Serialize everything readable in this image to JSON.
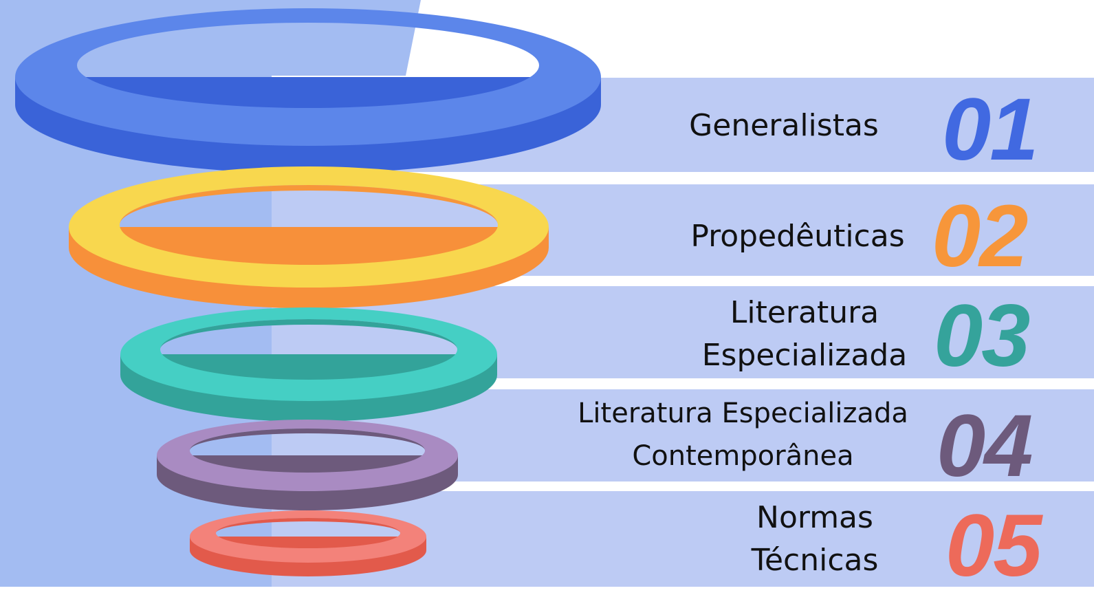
{
  "colors": {
    "background_left": "#a3bcf2",
    "band": "#bdcbf4",
    "ring1": "#4069e0",
    "ring2": "#f9973a",
    "ring3": "#3bb9b0",
    "ring4": "#8d6f9d",
    "ring5": "#f17063"
  },
  "levels": [
    {
      "number": "01",
      "label_lines": [
        "Generalistas"
      ],
      "color": "#4169e1"
    },
    {
      "number": "02",
      "label_lines": [
        "Propedêuticas"
      ],
      "color": "#f7963a"
    },
    {
      "number": "03",
      "label_lines": [
        "Literatura",
        "Especializada"
      ],
      "color": "#35a39b"
    },
    {
      "number": "04",
      "label_lines": [
        "Literatura Especializada",
        "Contemporânea"
      ],
      "color": "#6d5a7c"
    },
    {
      "number": "05",
      "label_lines": [
        "Normas",
        "Técnicas"
      ],
      "color": "#ed6a5a"
    }
  ]
}
